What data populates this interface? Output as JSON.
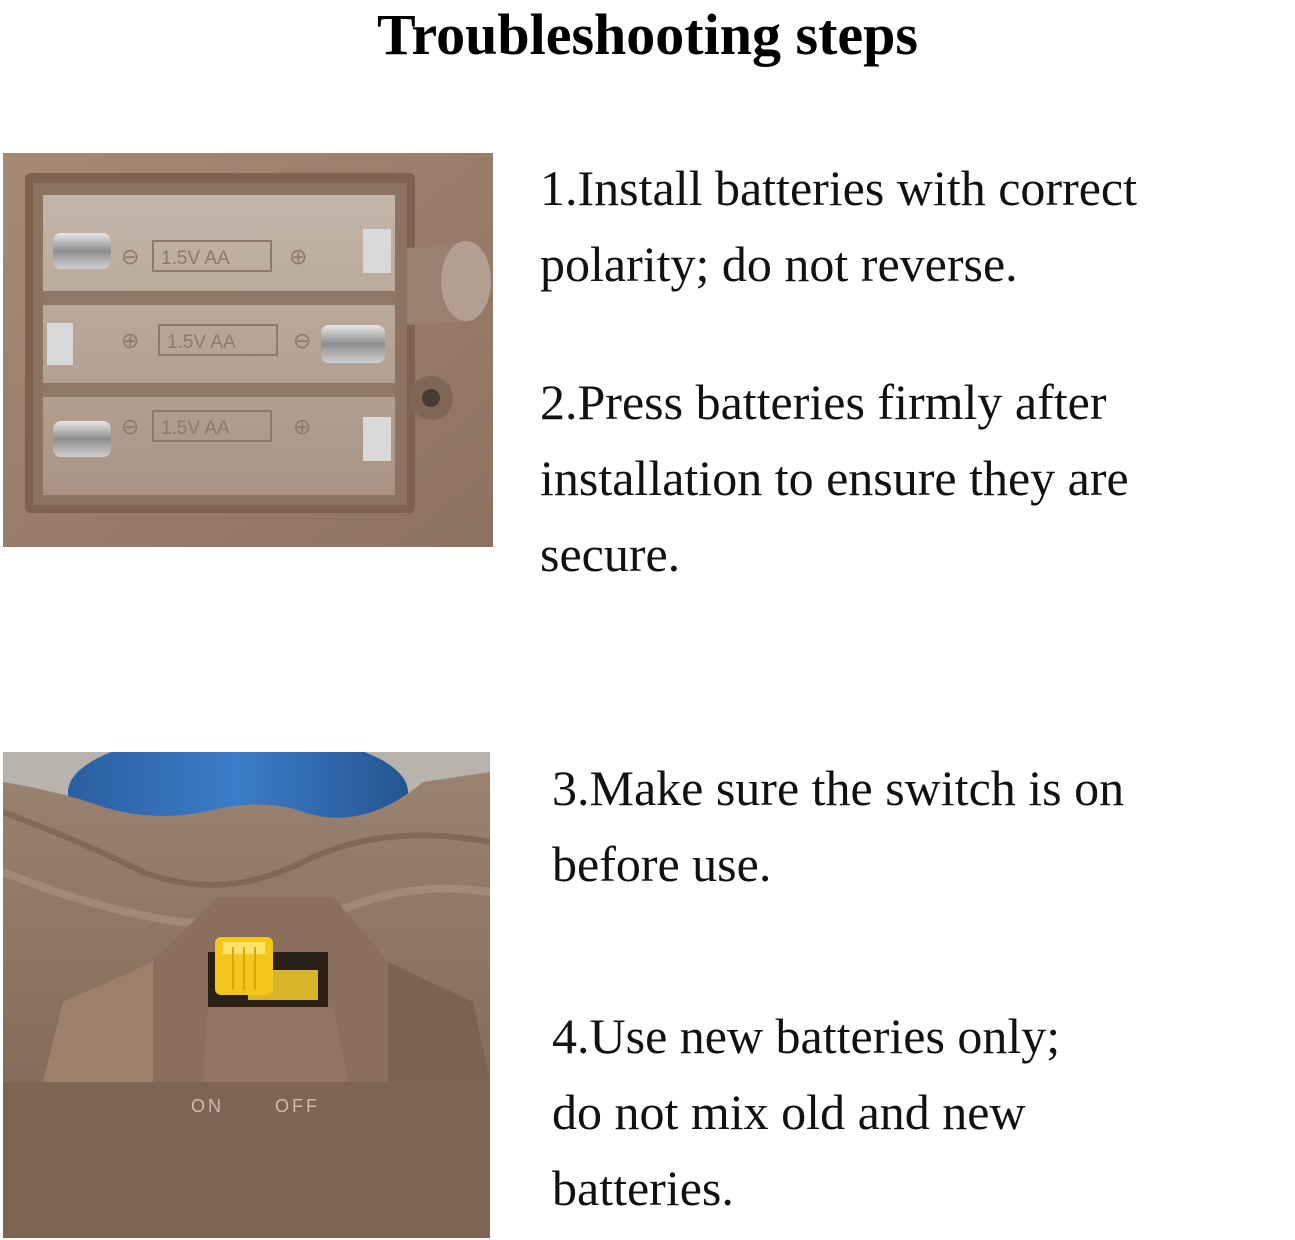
{
  "title": "Troubleshooting steps",
  "steps": [
    "1.Install batteries with correct\npolarity; do not reverse.",
    "2.Press batteries firmly after\ninstallation to ensure they are\nsecure.",
    "3.Make sure the switch is on\nbefore use.",
    "4.Use new batteries only;\n do not mix old and new\nbatteries."
  ],
  "battery_photo": {
    "slot_label": "1.5V AA",
    "plus_symbol": "⊕",
    "minus_symbol": "⊖"
  },
  "switch_photo": {
    "on_label": "ON",
    "off_label": "OFF"
  },
  "colors": {
    "plastic_brown": "#8b6f5a",
    "compartment": "#b8a898",
    "switch_yellow": "#f3c81b",
    "lid_blue": "#2f6db3"
  }
}
